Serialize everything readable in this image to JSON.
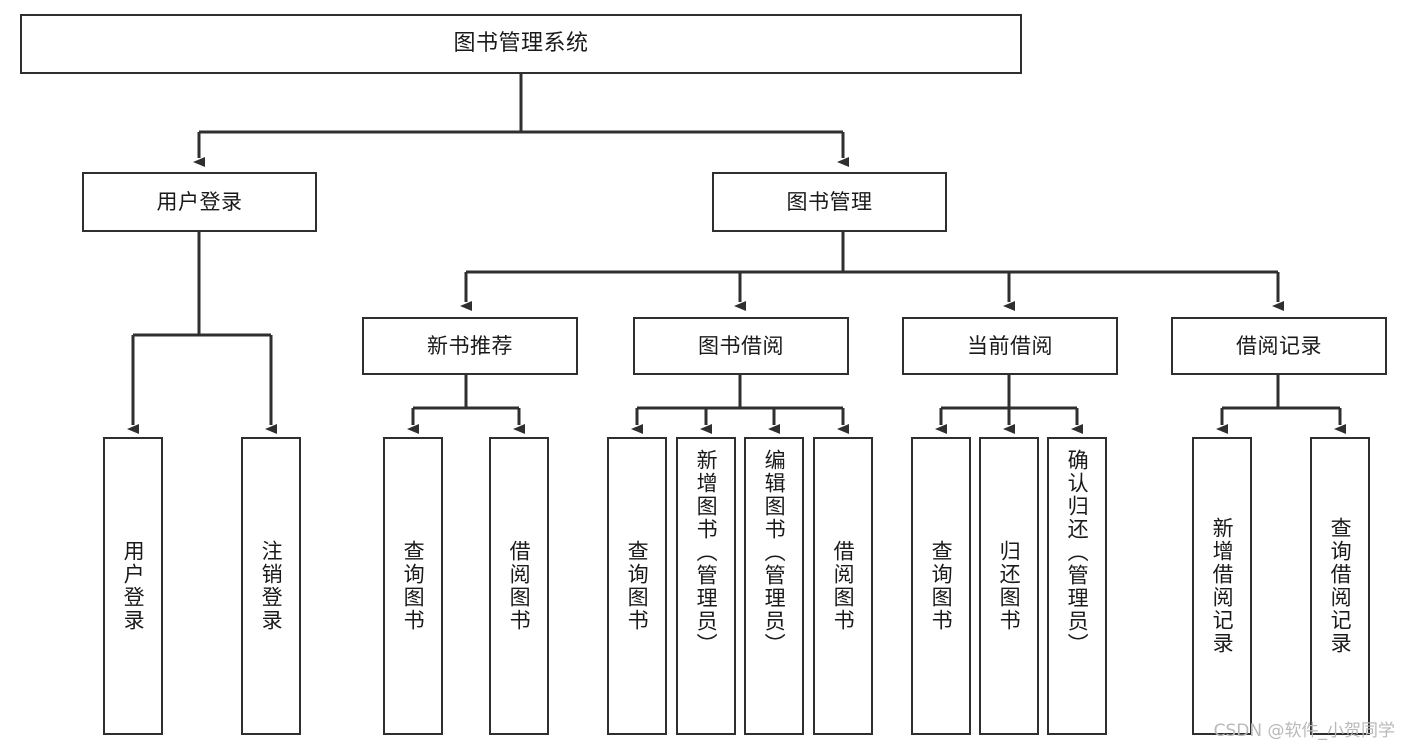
{
  "diagram": {
    "type": "tree-hierarchy-chart",
    "title": "图书管理系统",
    "watermark": "CSDN @软件_小贺同学",
    "colors": {
      "stroke": "#2f2f2f",
      "fill": "#ffffff",
      "text": "#1a1a1a",
      "watermark": "#b9b9b9"
    },
    "nodes": {
      "root": {
        "label": "图书管理系统"
      },
      "level2": [
        {
          "label": "用户登录"
        },
        {
          "label": "图书管理"
        }
      ],
      "level3": [
        {
          "label": "新书推荐"
        },
        {
          "label": "图书借阅"
        },
        {
          "label": "当前借阅"
        },
        {
          "label": "借阅记录"
        }
      ],
      "leaves": {
        "user_login": [
          {
            "label": "用户登录"
          },
          {
            "label": "注销登录"
          }
        ],
        "new_book_recommend": [
          {
            "label": "查询图书"
          },
          {
            "label": "借阅图书"
          }
        ],
        "book_borrow": [
          {
            "label": "查询图书"
          },
          {
            "label": "新增图书（管理员）"
          },
          {
            "label": "编辑图书（管理员）"
          },
          {
            "label": "借阅图书"
          }
        ],
        "current_borrow": [
          {
            "label": "查询图书"
          },
          {
            "label": "归还图书"
          },
          {
            "label": "确认归还（管理员）"
          }
        ],
        "borrow_record": [
          {
            "label": "新增借阅记录"
          },
          {
            "label": "查询借阅记录"
          }
        ]
      }
    }
  }
}
